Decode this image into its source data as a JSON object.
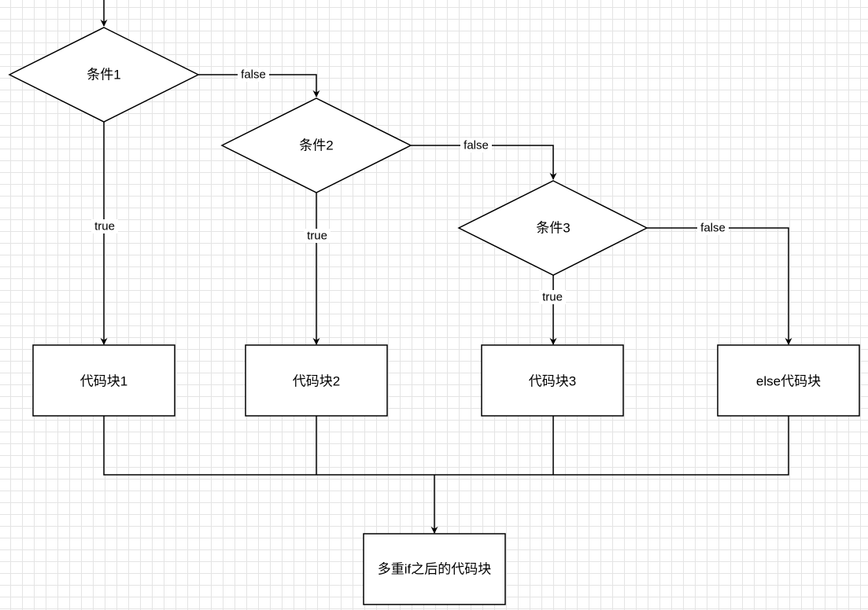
{
  "nodes": {
    "cond1": "条件1",
    "cond2": "条件2",
    "cond3": "条件3",
    "block1": "代码块1",
    "block2": "代码块2",
    "block3": "代码块3",
    "else_block": "else代码块",
    "after_block": "多重if之后的代码块"
  },
  "edge_labels": {
    "cond1_false": "false",
    "cond1_true": "true",
    "cond2_false": "false",
    "cond2_true": "true",
    "cond3_false": "false",
    "cond3_true": "true"
  }
}
